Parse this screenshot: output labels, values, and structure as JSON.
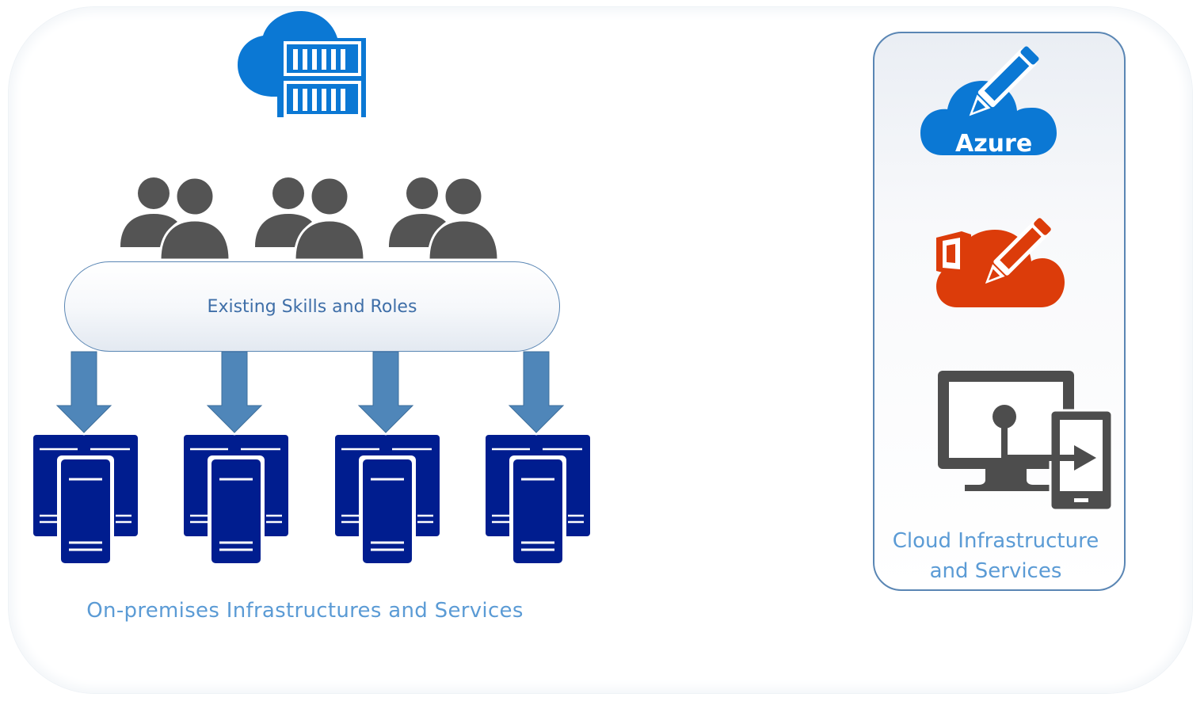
{
  "diagram": {
    "skills_label": "Existing Skills and Roles",
    "onprem_label": "On-premises Infrastructures and Services",
    "cloud_panel": {
      "label_line1": "Cloud Infrastructure",
      "label_line2": "and Services",
      "azure_badge": "Azure"
    }
  },
  "icons": {
    "datacenter_cloud": "cloud-building-icon",
    "user_groups": [
      "user-group-icon",
      "user-group-icon",
      "user-group-icon"
    ],
    "servers": [
      "server-stack-icon",
      "server-stack-icon",
      "server-stack-icon",
      "server-stack-icon"
    ],
    "arrows": [
      "down-arrow-icon",
      "down-arrow-icon",
      "down-arrow-icon",
      "down-arrow-icon"
    ],
    "azure": "azure-cloud-pencil-icon",
    "office365": "office365-cloud-pencil-icon",
    "remote_desktop": "remote-desktop-icon"
  },
  "colors": {
    "azure_blue": "#0b78d4",
    "server_navy": "#001d8f",
    "arrow_blue": "#4f86b9",
    "people_gray": "#545454",
    "office_orange": "#dc3c0a",
    "text_blue": "#5b9bd5"
  }
}
